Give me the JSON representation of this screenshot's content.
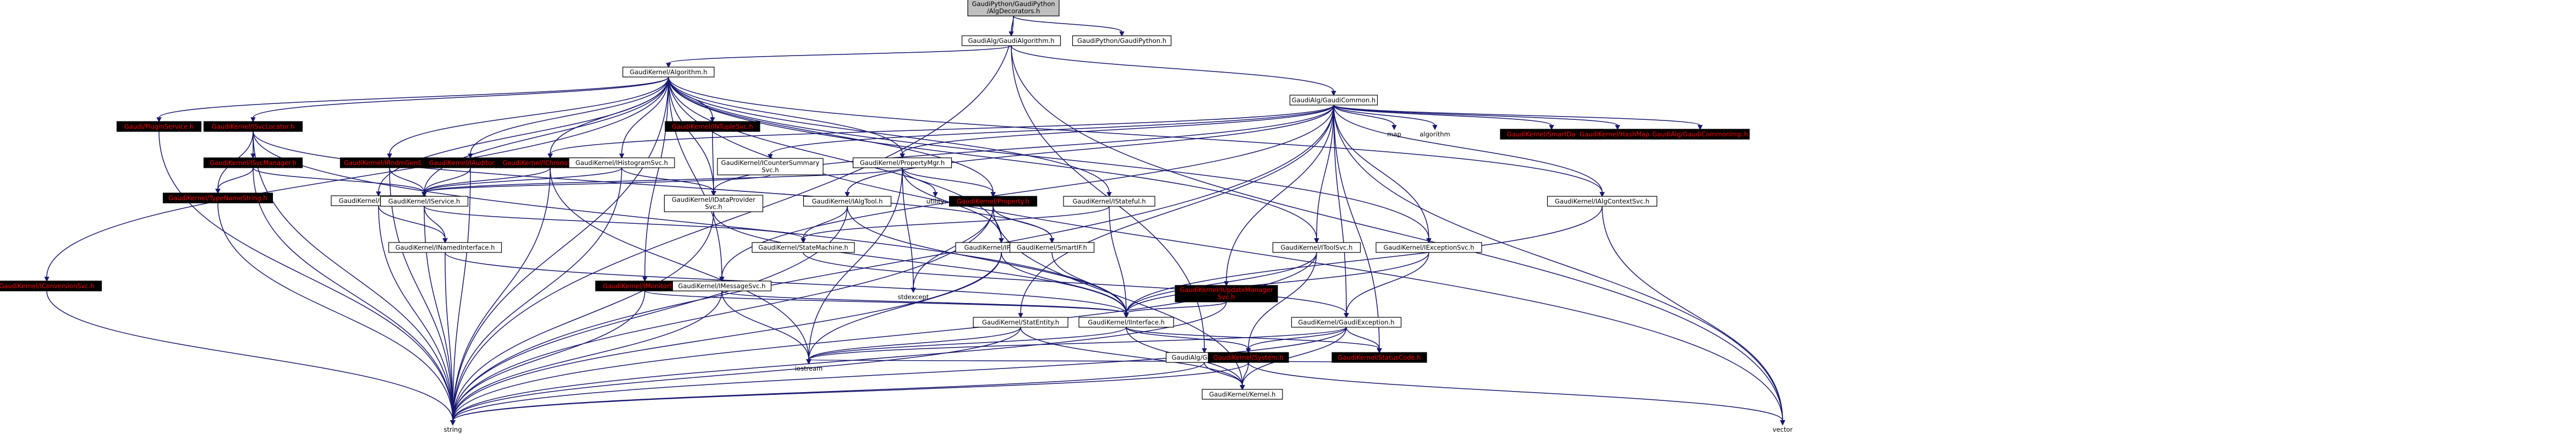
{
  "colors": {
    "edge": "#191970",
    "node_fill": "#ffffff",
    "root_fill": "#bfbfbf",
    "link_text": "#000000",
    "missing_text": "#ff0000"
  },
  "nodes": [
    {
      "id": "root",
      "label": [
        "GaudiPython/GaudiPython",
        "/AlgDecorators.h"
      ],
      "kind": "root"
    },
    {
      "id": "algpy",
      "label": [
        "GaudiAlg/GaudiAlgorithm.h"
      ]
    },
    {
      "id": "gpyh",
      "label": [
        "GaudiPython/GaudiPython.h"
      ]
    },
    {
      "id": "algo",
      "label": [
        "GaudiKernel/Algorithm.h"
      ]
    },
    {
      "id": "gcommon",
      "label": [
        "GaudiAlg/GaudiCommon.h"
      ]
    },
    {
      "id": "plugin",
      "label": [
        "Gaudi/PluginService.h"
      ],
      "kind": "red"
    },
    {
      "id": "isvcloc",
      "label": [
        "GaudiKernel/ISvcLocator.h"
      ],
      "kind": "red"
    },
    {
      "id": "iconv",
      "label": [
        "GaudiKernel/IConversionSvc.h"
      ],
      "kind": "red"
    },
    {
      "id": "isvcmgr",
      "label": [
        "GaudiKernel/ISvcManager.h"
      ],
      "kind": "red"
    },
    {
      "id": "typename",
      "label": [
        "GaudiKernel/TypeNameString.h"
      ],
      "kind": "red"
    },
    {
      "id": "ialgo",
      "label": [
        "GaudiKernel/IAlgorithm.h"
      ]
    },
    {
      "id": "irndm",
      "label": [
        "GaudiKernel/IRndmGenSvc.h"
      ],
      "kind": "red"
    },
    {
      "id": "iauditor",
      "label": [
        "GaudiKernel/IAuditorSvc.h"
      ],
      "kind": "red"
    },
    {
      "id": "ichrono",
      "label": [
        "GaudiKernel/IChronoStatSvc.h"
      ],
      "kind": "red"
    },
    {
      "id": "ihisto",
      "label": [
        "GaudiKernel/IHistogramSvc.h"
      ]
    },
    {
      "id": "intuple",
      "label": [
        "GaudiKernel/INTupleSvc.h"
      ],
      "kind": "red"
    },
    {
      "id": "icounter",
      "label": [
        "GaudiKernel/ICounterSummary",
        "Svc.h"
      ]
    },
    {
      "id": "propmgr",
      "label": [
        "GaudiKernel/PropertyMgr.h"
      ]
    },
    {
      "id": "iservice",
      "label": [
        "GaudiKernel/IService.h"
      ]
    },
    {
      "id": "idataprov",
      "label": [
        "GaudiKernel/IDataProvider",
        "Svc.h"
      ]
    },
    {
      "id": "property",
      "label": [
        "GaudiKernel/Property.h"
      ],
      "kind": "red"
    },
    {
      "id": "imonitor",
      "label": [
        "GaudiKernel/IMonitorSvc.h"
      ],
      "kind": "red"
    },
    {
      "id": "imessage",
      "label": [
        "GaudiKernel/IMessageSvc.h"
      ]
    },
    {
      "id": "inamed",
      "label": [
        "GaudiKernel/INamedInterface.h"
      ]
    },
    {
      "id": "ialgtool",
      "label": [
        "GaudiKernel/IAlgTool.h"
      ]
    },
    {
      "id": "istatemach",
      "label": [
        "GaudiKernel/IStateful.h"
      ]
    },
    {
      "id": "iproperty",
      "label": [
        "GaudiKernel/IProperty.h"
      ]
    },
    {
      "id": "statemachine",
      "label": [
        "GaudiKernel/StateMachine.h"
      ]
    },
    {
      "id": "smartif",
      "label": [
        "GaudiKernel/SmartIF.h"
      ]
    },
    {
      "id": "iupdmgr",
      "label": [
        "GaudiKernel/IUpdateManager",
        "Svc.h"
      ],
      "kind": "red"
    },
    {
      "id": "itoolsvc",
      "label": [
        "GaudiKernel/IToolSvc.h"
      ]
    },
    {
      "id": "iexcsvc",
      "label": [
        "GaudiKernel/IExceptionSvc.h"
      ]
    },
    {
      "id": "ialgctx",
      "label": [
        "GaudiKernel/IAlgContextSvc.h"
      ]
    },
    {
      "id": "stateentity",
      "label": [
        "GaudiKernel/StatEntity.h"
      ]
    },
    {
      "id": "iinterface",
      "label": [
        "GaudiKernel/IInterface.h"
      ]
    },
    {
      "id": "gexception",
      "label": [
        "GaudiKernel/GaudiException.h"
      ]
    },
    {
      "id": "gaudialg",
      "label": [
        "GaudiAlg/GaudiAlg.h"
      ]
    },
    {
      "id": "ksystem",
      "label": [
        "GaudiKernel/System.h"
      ],
      "kind": "red"
    },
    {
      "id": "statuscode",
      "label": [
        "GaudiKernel/StatusCode.h"
      ],
      "kind": "red"
    },
    {
      "id": "kernel",
      "label": [
        "GaudiKernel/Kernel.h"
      ]
    },
    {
      "id": "smartdataptr",
      "label": [
        "GaudiKernel/SmartDataPtr.h"
      ],
      "kind": "red"
    },
    {
      "id": "hashmap",
      "label": [
        "GaudiKernel/HashMap.h"
      ],
      "kind": "red"
    },
    {
      "id": "gcommonimp",
      "label": [
        "GaudiAlg/GaudiCommonImp.h"
      ],
      "kind": "red"
    },
    {
      "id": "map",
      "label": [
        "map"
      ],
      "kind": "bare"
    },
    {
      "id": "algorithm",
      "label": [
        "algorithm"
      ],
      "kind": "bare"
    },
    {
      "id": "utility",
      "label": [
        "utility"
      ],
      "kind": "bare"
    },
    {
      "id": "stdexcept",
      "label": [
        "stdexcept"
      ],
      "kind": "bare"
    },
    {
      "id": "iostream",
      "label": [
        "iostream"
      ],
      "kind": "bare"
    },
    {
      "id": "string",
      "label": [
        "string"
      ],
      "kind": "bare"
    },
    {
      "id": "vector",
      "label": [
        "vector"
      ],
      "kind": "bare"
    }
  ],
  "edges": [
    [
      "root",
      "algpy"
    ],
    [
      "root",
      "gpyh"
    ],
    [
      "root",
      "string"
    ],
    [
      "algpy",
      "algo"
    ],
    [
      "algpy",
      "gcommon"
    ],
    [
      "algpy",
      "gaudialg"
    ],
    [
      "algpy",
      "vector"
    ],
    [
      "algo",
      "plugin"
    ],
    [
      "algo",
      "isvcloc"
    ],
    [
      "algo",
      "iconv"
    ],
    [
      "algo",
      "ialgo"
    ],
    [
      "algo",
      "irndm"
    ],
    [
      "algo",
      "iauditor"
    ],
    [
      "algo",
      "ichrono"
    ],
    [
      "algo",
      "ihisto"
    ],
    [
      "algo",
      "intuple"
    ],
    [
      "algo",
      "propmgr"
    ],
    [
      "algo",
      "iservice"
    ],
    [
      "algo",
      "imonitor"
    ],
    [
      "algo",
      "imessage"
    ],
    [
      "algo",
      "istatemach"
    ],
    [
      "algo",
      "iproperty"
    ],
    [
      "algo",
      "property"
    ],
    [
      "algo",
      "itoolsvc"
    ],
    [
      "algo",
      "iexcsvc"
    ],
    [
      "algo",
      "ialgctx"
    ],
    [
      "algo",
      "string"
    ],
    [
      "algo",
      "vector"
    ],
    [
      "algo",
      "idataprov"
    ],
    [
      "gcommon",
      "map"
    ],
    [
      "gcommon",
      "algorithm"
    ],
    [
      "gcommon",
      "smartdataptr"
    ],
    [
      "gcommon",
      "hashmap"
    ],
    [
      "gcommon",
      "gcommonimp"
    ],
    [
      "gcommon",
      "icounter"
    ],
    [
      "gcommon",
      "ialgtool"
    ],
    [
      "gcommon",
      "propmgr"
    ],
    [
      "gcommon",
      "idataprov"
    ],
    [
      "gcommon",
      "imessage"
    ],
    [
      "gcommon",
      "ichrono"
    ],
    [
      "gcommon",
      "iupdmgr"
    ],
    [
      "gcommon",
      "itoolsvc"
    ],
    [
      "gcommon",
      "iexcsvc"
    ],
    [
      "gcommon",
      "ialgctx"
    ],
    [
      "gcommon",
      "stateentity"
    ],
    [
      "gcommon",
      "gexception"
    ],
    [
      "gcommon",
      "statuscode"
    ],
    [
      "gcommon",
      "string"
    ],
    [
      "gcommon",
      "vector"
    ],
    [
      "plugin",
      "string"
    ],
    [
      "isvcloc",
      "isvcmgr"
    ],
    [
      "isvcloc",
      "typename"
    ],
    [
      "isvcloc",
      "iinterface"
    ],
    [
      "isvcloc",
      "smartif"
    ],
    [
      "isvcloc",
      "string"
    ],
    [
      "iconv",
      "string"
    ],
    [
      "isvcmgr",
      "typename"
    ],
    [
      "isvcmgr",
      "iservice"
    ],
    [
      "isvcmgr",
      "string"
    ],
    [
      "typename",
      "string"
    ],
    [
      "ialgo",
      "inamed"
    ],
    [
      "ialgo",
      "string"
    ],
    [
      "irndm",
      "iservice"
    ],
    [
      "irndm",
      "string"
    ],
    [
      "iauditor",
      "iservice"
    ],
    [
      "iauditor",
      "string"
    ],
    [
      "ichrono",
      "iservice"
    ],
    [
      "ichrono",
      "iostream"
    ],
    [
      "ichrono",
      "string"
    ],
    [
      "ihisto",
      "idataprov"
    ],
    [
      "ihisto",
      "iservice"
    ],
    [
      "ihisto",
      "string"
    ],
    [
      "intuple",
      "idataprov"
    ],
    [
      "icounter",
      "iservice"
    ],
    [
      "propmgr",
      "property"
    ],
    [
      "propmgr",
      "iproperty"
    ],
    [
      "propmgr",
      "utility"
    ],
    [
      "propmgr",
      "stdexcept"
    ],
    [
      "propmgr",
      "iostream"
    ],
    [
      "propmgr",
      "iservice"
    ],
    [
      "iservice",
      "inamed"
    ],
    [
      "iservice",
      "statemachine"
    ],
    [
      "iservice",
      "string"
    ],
    [
      "idataprov",
      "iinterface"
    ],
    [
      "idataprov",
      "string"
    ],
    [
      "property",
      "smartif"
    ],
    [
      "property",
      "stdexcept"
    ],
    [
      "property",
      "kernel"
    ],
    [
      "property",
      "string"
    ],
    [
      "imonitor",
      "iinterface"
    ],
    [
      "imonitor",
      "string"
    ],
    [
      "imessage",
      "iinterface"
    ],
    [
      "imessage",
      "iostream"
    ],
    [
      "imessage",
      "string"
    ],
    [
      "inamed",
      "iinterface"
    ],
    [
      "inamed",
      "string"
    ],
    [
      "ialgtool",
      "iinterface"
    ],
    [
      "ialgtool",
      "statemachine"
    ],
    [
      "ialgtool",
      "string"
    ],
    [
      "istatemach",
      "iinterface"
    ],
    [
      "istatemach",
      "statemachine"
    ],
    [
      "iproperty",
      "iinterface"
    ],
    [
      "iproperty",
      "iostream"
    ],
    [
      "iproperty",
      "string"
    ],
    [
      "statemachine",
      "gexception"
    ],
    [
      "smartif",
      "iinterface"
    ],
    [
      "iupdmgr",
      "iinterface"
    ],
    [
      "iupdmgr",
      "string"
    ],
    [
      "itoolsvc",
      "ksystem"
    ],
    [
      "itoolsvc",
      "iinterface"
    ],
    [
      "itoolsvc",
      "string"
    ],
    [
      "iexcsvc",
      "iinterface"
    ],
    [
      "iexcsvc",
      "gexception"
    ],
    [
      "ialgctx",
      "iinterface"
    ],
    [
      "ialgctx",
      "vector"
    ],
    [
      "stateentity",
      "iostream"
    ],
    [
      "stateentity",
      "kernel"
    ],
    [
      "stateentity",
      "string"
    ],
    [
      "iinterface",
      "ksystem"
    ],
    [
      "iinterface",
      "statuscode"
    ],
    [
      "iinterface",
      "kernel"
    ],
    [
      "iinterface",
      "iostream"
    ],
    [
      "gexception",
      "ksystem"
    ],
    [
      "gexception",
      "statuscode"
    ],
    [
      "gexception",
      "kernel"
    ],
    [
      "gexception",
      "iostream"
    ],
    [
      "gexception",
      "string"
    ],
    [
      "gaudialg",
      "kernel"
    ],
    [
      "gaudialg",
      "string"
    ],
    [
      "ksystem",
      "kernel"
    ],
    [
      "ksystem",
      "string"
    ],
    [
      "ksystem",
      "vector"
    ],
    [
      "statuscode",
      "iostream"
    ]
  ]
}
